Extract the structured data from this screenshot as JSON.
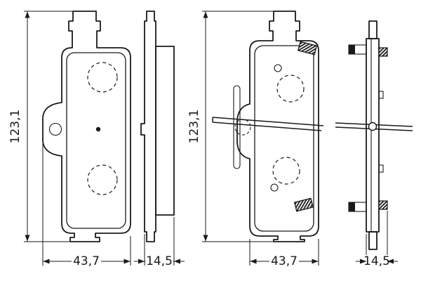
{
  "drawing": {
    "type": "brake-pad-technical-drawing",
    "colors": {
      "ink": "#1a1a1a",
      "background": "#ffffff"
    },
    "views": [
      {
        "id": "front-view-a",
        "height_label": "123,1",
        "width_label": "43,7"
      },
      {
        "id": "side-view-a",
        "thickness_label": "14,5"
      },
      {
        "id": "front-view-b",
        "height_label": "123,1",
        "width_label": "43,7"
      },
      {
        "id": "side-view-b",
        "thickness_label": "14,5"
      }
    ]
  }
}
